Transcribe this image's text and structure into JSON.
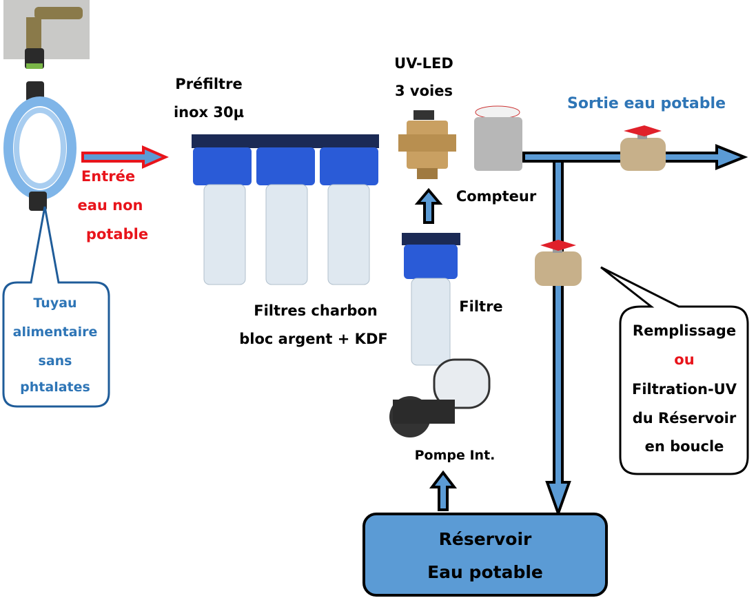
{
  "colors": {
    "pipe": "#5b9bd5",
    "outline": "#000000",
    "input_arrow": "#e8141b",
    "label_blue": "#2e75b6",
    "callout_left_border": "#1f5c99",
    "reservoir": "#5b9bd5"
  },
  "labels": {
    "prefilter": [
      "Préfiltre",
      "inox 30µ"
    ],
    "uv": [
      "UV-LED",
      "3 voies"
    ],
    "output": "Sortie eau potable",
    "counter": "Compteur",
    "input": [
      "Entrée",
      "eau non",
      "potable"
    ],
    "carbon": [
      "Filtres charbon",
      "bloc argent + KDF"
    ],
    "filter": "Filtre",
    "pump": "Pompe Int."
  },
  "callout_hose": [
    "Tuyau",
    "alimentaire",
    "sans",
    "phtalates"
  ],
  "callout_loop": {
    "line1": "Remplissage",
    "or": "ou",
    "line3": "Filtration-UV",
    "line4": "du Réservoir",
    "line5": "en boucle"
  },
  "reservoir": [
    "Réservoir",
    "Eau potable"
  ]
}
